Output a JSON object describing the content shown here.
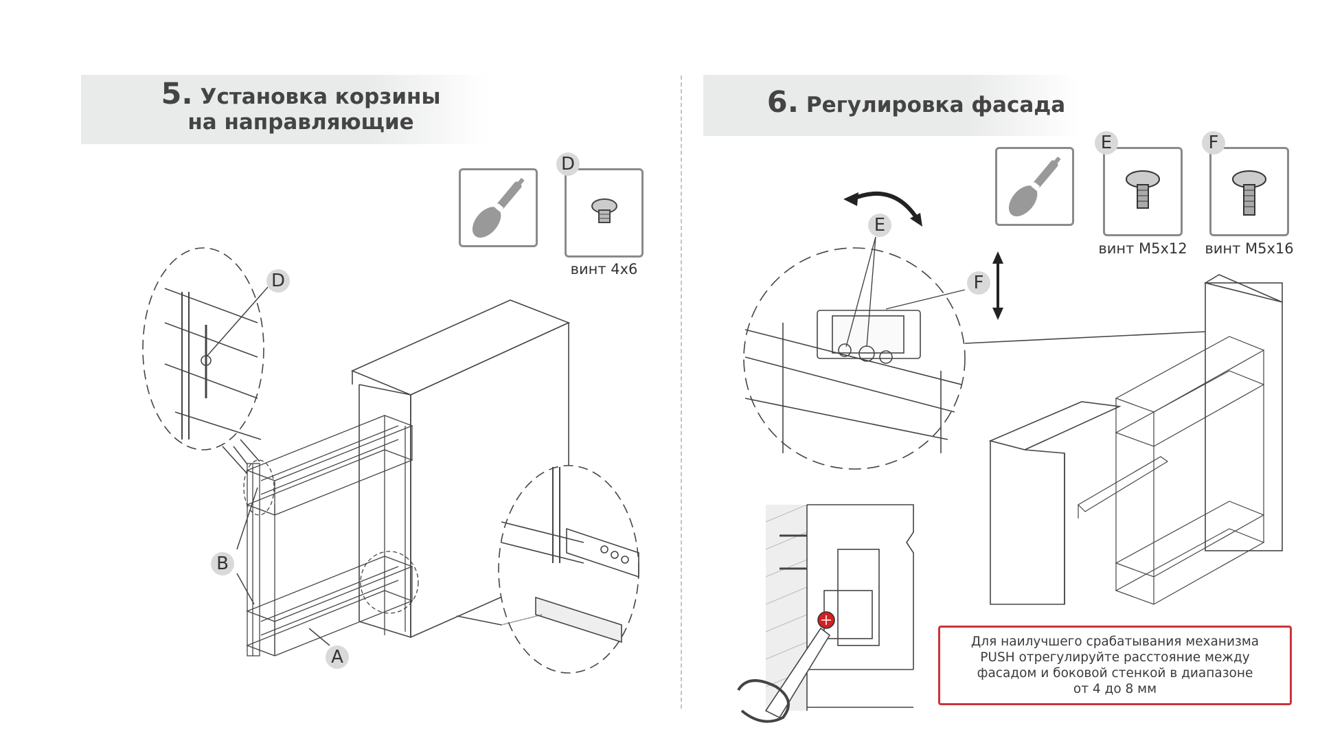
{
  "step5": {
    "number": "5.",
    "title_line1": "Установка корзины",
    "title_line2": "на направляющие",
    "tools": [
      {
        "icon": "screwdriver-icon"
      },
      {
        "icon": "screw-icon",
        "badge": "D",
        "caption": "винт 4x6"
      }
    ],
    "callouts": {
      "d": "D",
      "b": "B",
      "a": "A"
    }
  },
  "step6": {
    "number": "6.",
    "title": "Регулировка фасада",
    "tools": [
      {
        "icon": "screwdriver-icon"
      },
      {
        "icon": "screw-icon",
        "badge": "E",
        "caption": "винт M5x12"
      },
      {
        "icon": "screw-icon",
        "badge": "F",
        "caption": "винт M5x16"
      }
    ],
    "callouts": {
      "e": "E",
      "f": "F"
    },
    "note": {
      "line1": "Для наилучшего срабатывания механизма",
      "line2": "PUSH отрегулируйте расстояние между",
      "line3": "фасадом и боковой стенкой в диапазоне",
      "line4": "от 4 до 8 мм"
    }
  },
  "colors": {
    "accent": "#c9343a",
    "header_bg": "#e9eaea",
    "text": "#444444",
    "screw_highlight": "#d42020"
  }
}
